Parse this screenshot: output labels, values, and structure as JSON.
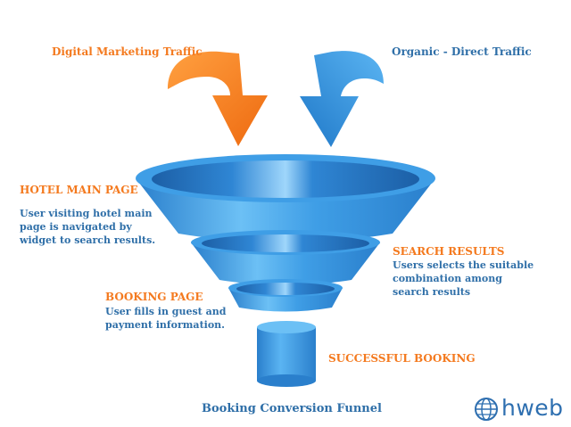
{
  "sources": {
    "left": "Digital Marketing Traffic",
    "right": "Organic - Direct Traffic"
  },
  "stages": {
    "hotel": {
      "title": "HOTEL MAIN PAGE",
      "desc": [
        "User visiting hotel main",
        "page is navigated by",
        "widget to search results."
      ]
    },
    "search": {
      "title": "SEARCH RESULTS",
      "desc": [
        "Users selects the suitable",
        "combination among",
        "search results"
      ]
    },
    "booking": {
      "title": "BOOKING PAGE",
      "desc": [
        "User fills in guest and",
        "payment information."
      ]
    },
    "success": {
      "title": "SUCCESSFUL BOOKING"
    }
  },
  "caption": "Booking Conversion Funnel",
  "logo": {
    "text": "hweb",
    "icon": "globe-icon"
  },
  "colors": {
    "orange": "#f47a1f",
    "blue": "#2f6fa8",
    "funnel": "#3a98e0",
    "funnel_dark": "#1f6fb8"
  }
}
